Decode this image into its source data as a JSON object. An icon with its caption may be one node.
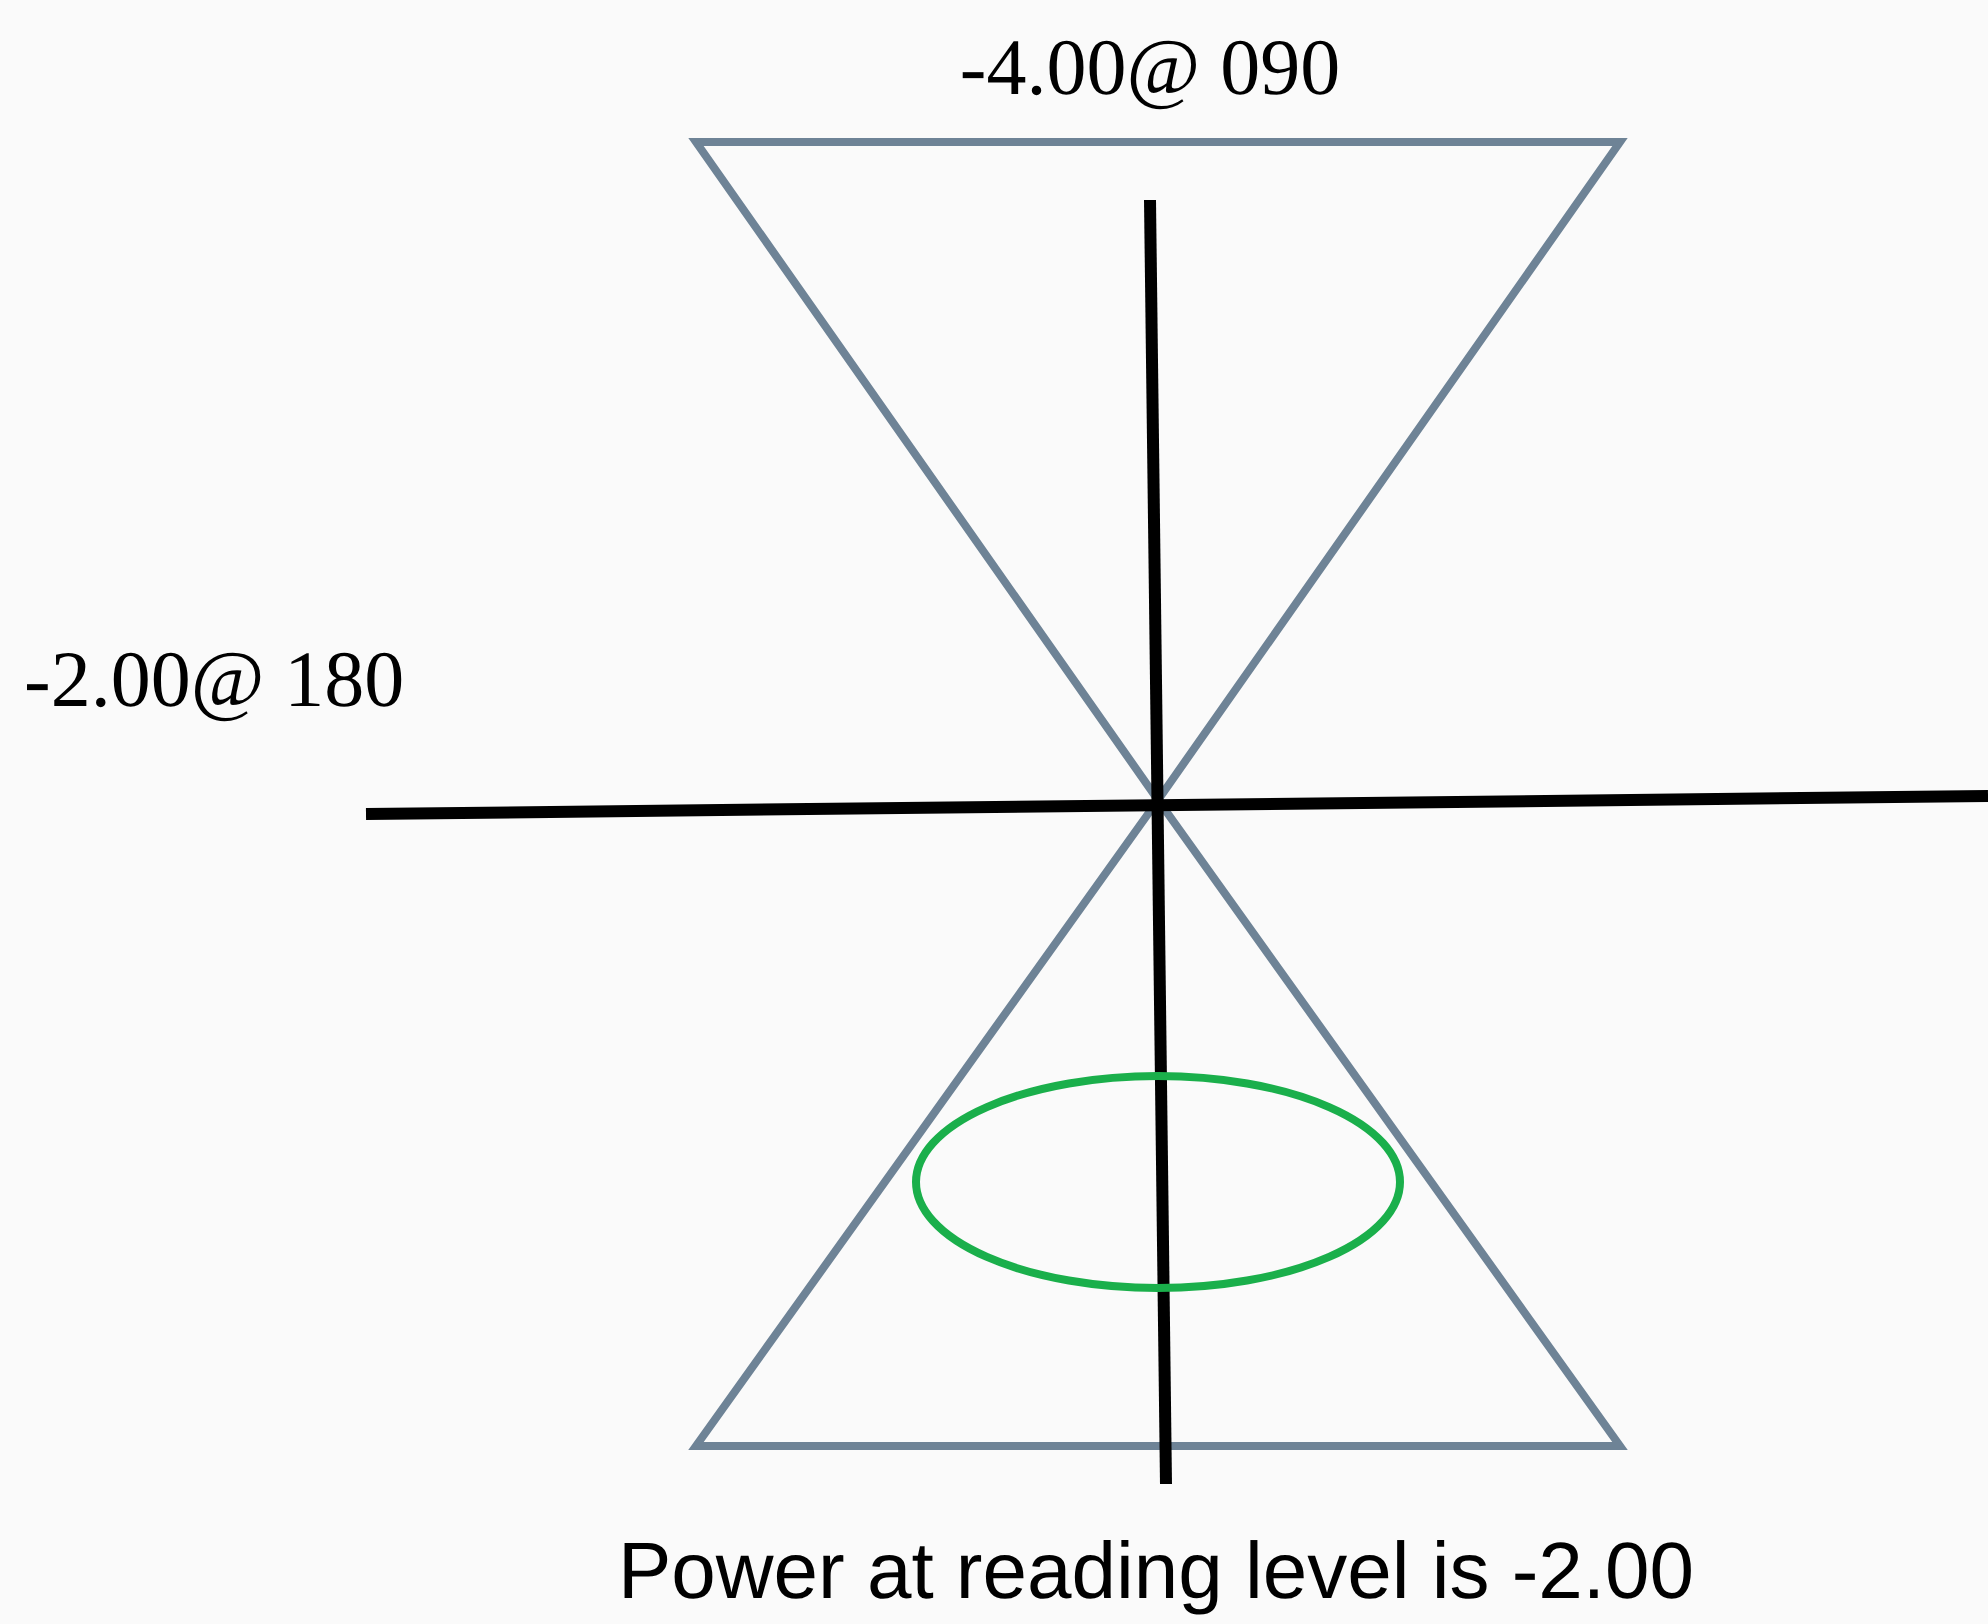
{
  "diagram": {
    "labels": [
      "-4.00@ 090",
      "-2.00@ 180",
      "Power at reading level is -2.00"
    ]
  }
}
